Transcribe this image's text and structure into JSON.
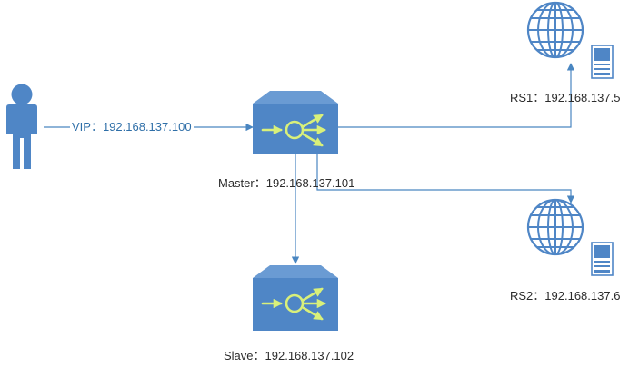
{
  "labels": {
    "vip": "VIP：192.168.137.100",
    "master": "Master：192.168.137.101",
    "slave": "Slave：192.168.137.102",
    "rs1": "RS1：192.168.137.5",
    "rs2": "RS2：192.168.137.6"
  },
  "icons": {
    "client": "user-icon",
    "master": "load-balancer-icon",
    "slave": "load-balancer-icon",
    "rs1_globe": "globe-icon",
    "rs1_server": "server-icon",
    "rs2_globe": "globe-icon",
    "rs2_server": "server-icon"
  },
  "colors": {
    "line": "#4a86c1",
    "device_fill": "#4f86c6",
    "device_top": "#6a9bd3",
    "device_arrow": "#d9f07a",
    "person": "#4f86c6",
    "globe": "#4f86c6",
    "server": "#4f86c6"
  }
}
